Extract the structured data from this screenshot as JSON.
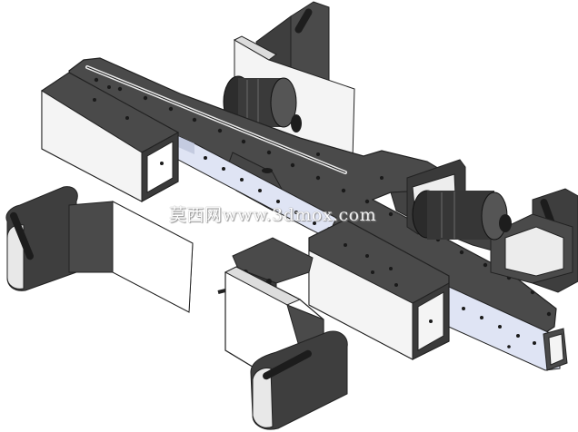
{
  "watermark": {
    "text": "莫西网www.3dmox.com"
  },
  "colors": {
    "dark_plate": "#4a4a4a",
    "dark_edge": "#2a2a2a",
    "white_face": "#f4f4f4",
    "blue_rail": "#dfe4f4",
    "hole": "#1a1a1a"
  },
  "parts": [
    {
      "name": "main-beam-plate",
      "kind": "plate"
    },
    {
      "name": "left-box-bracket",
      "kind": "box"
    },
    {
      "name": "center-box-bracket",
      "kind": "box"
    },
    {
      "name": "right-rail-tube",
      "kind": "rail"
    },
    {
      "name": "center-rail",
      "kind": "rail"
    },
    {
      "name": "top-motor",
      "kind": "motor"
    },
    {
      "name": "right-motor",
      "kind": "motor"
    },
    {
      "name": "left-hinge-bracket",
      "kind": "hinge"
    },
    {
      "name": "bottom-hinge-bracket",
      "kind": "hinge"
    },
    {
      "name": "top-hinge-bracket",
      "kind": "hinge"
    },
    {
      "name": "right-hinge-bracket",
      "kind": "hinge"
    }
  ]
}
